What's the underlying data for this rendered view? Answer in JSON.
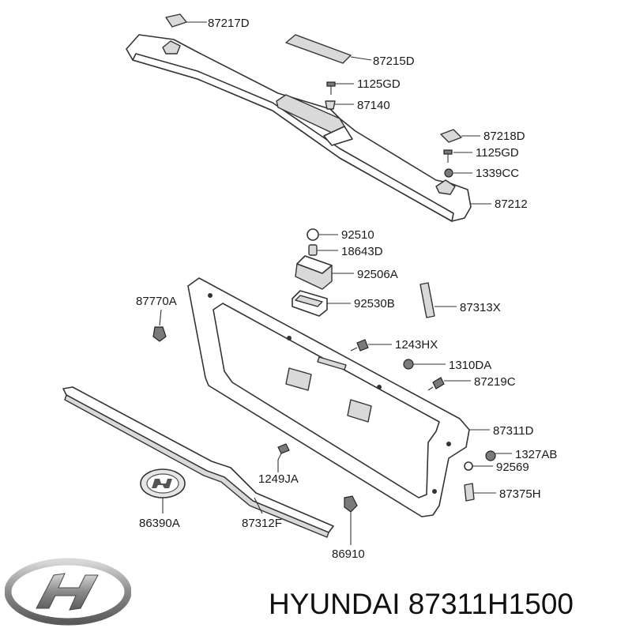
{
  "parts": {
    "p87217D": "87217D",
    "p87215D": "87215D",
    "p1125GD_a": "1125GD",
    "p87140": "87140",
    "p87218D": "87218D",
    "p1125GD_b": "1125GD",
    "p1339CC": "1339CC",
    "p87212": "87212",
    "p92510": "92510",
    "p18643D": "18643D",
    "p92506A": "92506A",
    "p92530B": "92530B",
    "p87313X": "87313X",
    "p87770A": "87770A",
    "p1243HX": "1243HX",
    "p1310DA": "1310DA",
    "p87219C": "87219C",
    "p87311D": "87311D",
    "p1327AB": "1327AB",
    "p92569": "92569",
    "p1249JA": "1249JA",
    "p87375H": "87375H",
    "p86390A": "86390A",
    "p87312F": "87312F",
    "p86910": "86910"
  },
  "caption": "HYUNDAI 87311H1500",
  "logo_icon": "hyundai-logo-icon"
}
